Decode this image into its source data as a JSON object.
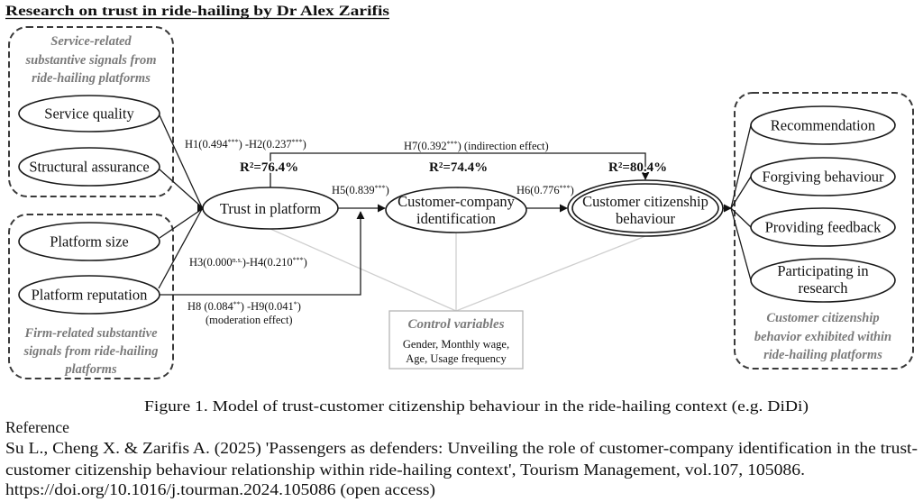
{
  "title": "Research on trust in ride-hailing by Dr Alex Zarifis",
  "groups": {
    "service_signals": {
      "title_lines": [
        "Service-related",
        "substantive signals from",
        "ride-hailing platforms"
      ],
      "items": [
        "Service quality",
        "Structural assurance"
      ]
    },
    "firm_signals": {
      "title_lines": [
        "Firm-related substantive",
        "signals from ride-hailing",
        "platforms"
      ],
      "items": [
        "Platform size",
        "Platform reputation"
      ]
    },
    "citizenship_behaviors": {
      "title_lines": [
        "Customer citizenship",
        "behavior exhibited within",
        "ride-hailing platforms"
      ],
      "items": [
        {
          "lines": [
            "Recommendation"
          ]
        },
        {
          "lines": [
            "Forgiving behaviour"
          ]
        },
        {
          "lines": [
            "Providing feedback"
          ]
        },
        {
          "lines": [
            "Participating in",
            "research"
          ]
        }
      ]
    }
  },
  "constructs": {
    "trust": {
      "lines": [
        "Trust in platform"
      ],
      "r2": "R²=76.4%"
    },
    "identification": {
      "lines": [
        "Customer-company",
        "identification"
      ],
      "r2": "R²=74.4%"
    },
    "citizenship": {
      "lines": [
        "Customer citizenship",
        "behaviour"
      ],
      "r2": "R²=80.4%"
    }
  },
  "paths": {
    "h1_h2": [
      "H1(0.494",
      "***",
      ") -H2(0.237",
      "***",
      ")"
    ],
    "h3_h4": [
      "H3(0.000",
      "n.s.",
      ")-H4(0.210",
      "***",
      ")"
    ],
    "h5": [
      "H5(0.839",
      "***",
      ")"
    ],
    "h6": [
      "H6(0.776",
      "***",
      ")"
    ],
    "h7": [
      "H7(0.392",
      "***",
      ") (indirection effect)"
    ],
    "h8_h9": [
      "H8 (0.084",
      "**",
      ") -H9(0.041",
      "*",
      ")"
    ],
    "h8_h9_note": "(moderation effect)"
  },
  "controls": {
    "title": "Control variables",
    "lines": [
      "Gender, Monthly wage,",
      "Age, Usage frequency"
    ]
  },
  "caption": "Figure 1. Model of trust-customer citizenship behaviour in the ride-hailing context (e.g. DiDi)",
  "reference": {
    "heading": "Reference",
    "lines": [
      "Su L., Cheng X. & Zarifis A. (2025) 'Passengers as defenders: Unveiling the role of customer-company identification in the trust-",
      "customer citizenship behaviour relationship within ride-hailing context', Tourism Management, vol.107, 105086.",
      "https://doi.org/10.1016/j.tourman.2024.105086 (open access)"
    ]
  },
  "colors": {
    "group_title": "#7a7a7a",
    "outline": "#1a1a1a",
    "control_links": "#cfcfcf",
    "background": "#ffffff"
  }
}
